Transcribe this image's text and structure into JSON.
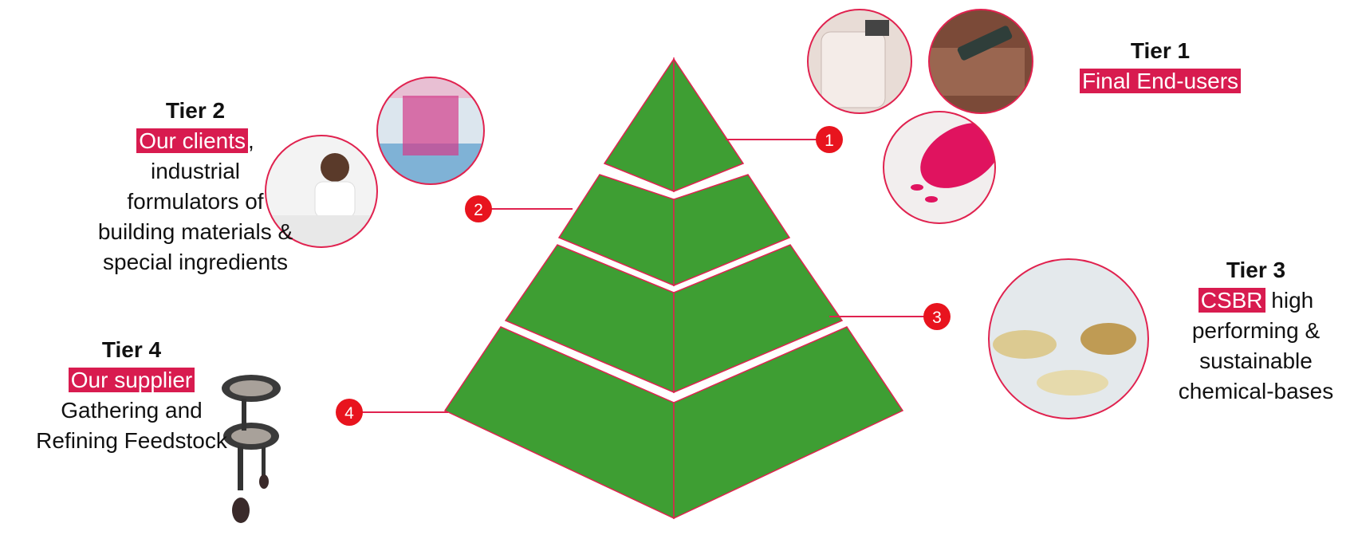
{
  "colors": {
    "pyramid_fill": "#3e9e33",
    "accent": "#d81b4f",
    "stroke": "#e0224f"
  },
  "badges": [
    "1",
    "2",
    "3",
    "4"
  ],
  "tiers": {
    "tier1": {
      "title": "Tier 1",
      "highlight": "Final End-users"
    },
    "tier2": {
      "title": "Tier 2",
      "highlight": "Our clients",
      "after_highlight": ",",
      "lines": [
        "industrial",
        "formulators of",
        "building materials &",
        "special ingredients"
      ]
    },
    "tier3": {
      "title": "Tier 3",
      "highlight": "CSBR",
      "after_highlight": " high",
      "lines": [
        "performing &",
        "sustainable",
        "chemical-bases"
      ]
    },
    "tier4": {
      "title": "Tier 4",
      "highlight": "Our supplier",
      "lines": [
        "Gathering and",
        "Refining Feedstock"
      ]
    }
  },
  "photos": [
    {
      "icon": "perfume-bottle-photo"
    },
    {
      "icon": "sealant-gun-photo"
    },
    {
      "icon": "pink-pills-photo"
    },
    {
      "icon": "pink-liquid-photo"
    },
    {
      "icon": "lab-scientist-photo"
    },
    {
      "icon": "chemical-samples-photo"
    },
    {
      "icon": "oil-drops-photo"
    }
  ]
}
